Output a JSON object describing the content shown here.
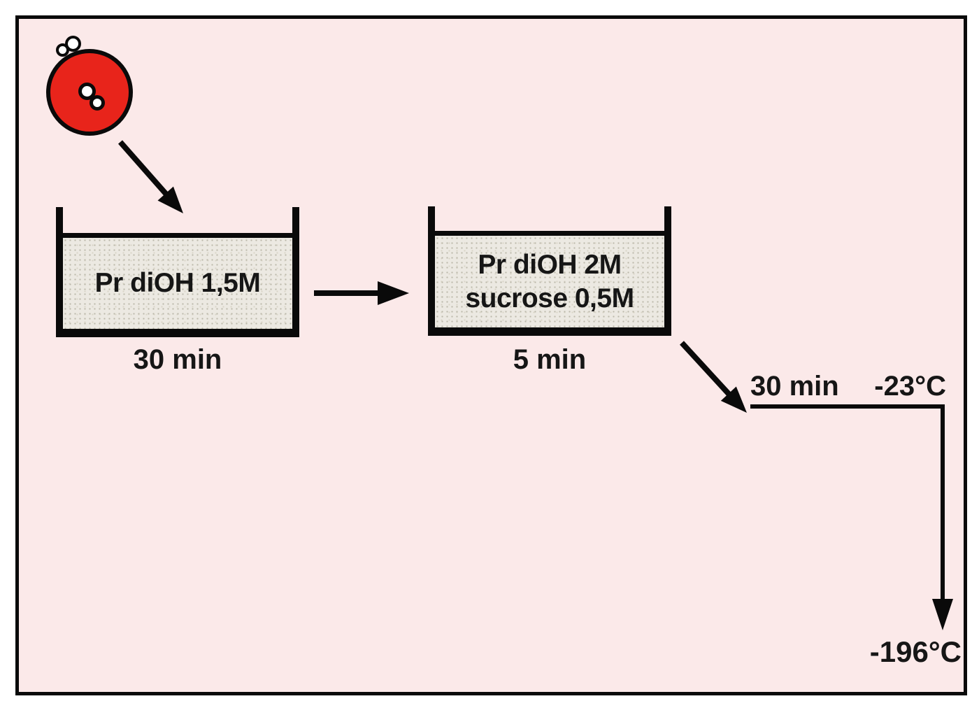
{
  "figure": {
    "type": "cryopreservation-protocol-flow-diagram",
    "colors": {
      "page_background": "#ffffff",
      "panel_background": "#fbe9e9",
      "line_black": "#0a0a0a",
      "cell_red": "#e8241b",
      "liquid_gray": "#ece9e2"
    },
    "icons": {
      "oocyte": "red filled circle with black outline, two inner white vesicles and two external polar-body bubbles",
      "beaker": "open-top rectangular dish with stippled liquid",
      "arrow": "solid black arrow"
    },
    "steps": {
      "bath1": {
        "label": "Pr diOH 1,5M",
        "duration": "30 min"
      },
      "bath2": {
        "label_line1": "Pr diOH 2M",
        "label_line2": "sucrose 0,5M",
        "duration": "5 min"
      },
      "hold": {
        "duration": "30 min",
        "temperature": "-23°C"
      },
      "plunge": {
        "temperature": "-196°C"
      }
    }
  }
}
